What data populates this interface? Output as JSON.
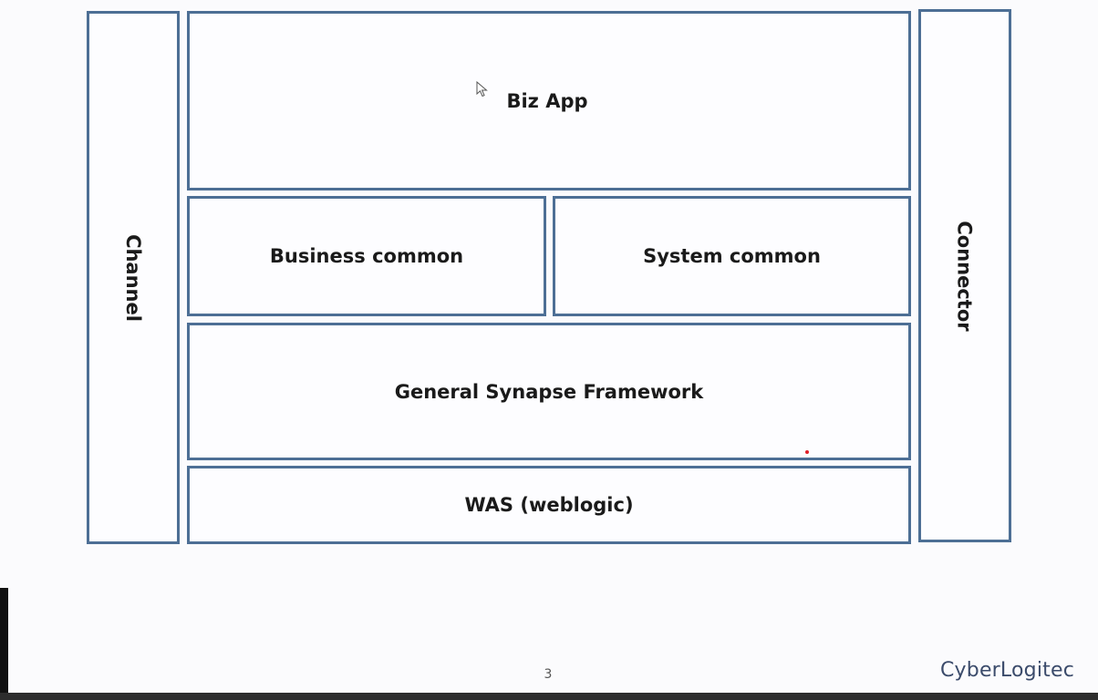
{
  "diagram": {
    "channel": "Channel",
    "connector": "Connector",
    "biz_app": "Biz App",
    "business_common": "Business common",
    "system_common": "System common",
    "framework": "General Synapse Framework",
    "was": "WAS (weblogic)"
  },
  "footer": {
    "page_number": "3",
    "logo": "CyberLogitec"
  },
  "colors": {
    "box_border": "#4d6f95",
    "background": "#fbfbfd",
    "logo_text": "#3b4b6b",
    "pointer_dot": "#e0202a"
  },
  "icons": [
    "cursor-arrow-icon"
  ]
}
